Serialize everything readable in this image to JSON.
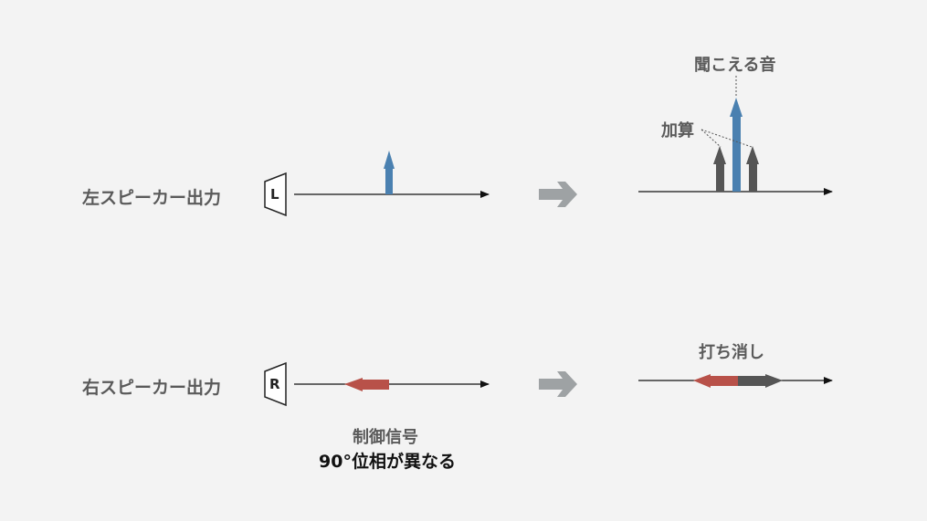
{
  "rows": {
    "left": {
      "label": "左スピーカー出力",
      "speaker_letter": "L"
    },
    "right": {
      "label": "右スピーカー出力",
      "speaker_letter": "R"
    }
  },
  "annotations": {
    "heard_sound": "聞こえる音",
    "addition": "加算",
    "cancellation": "打ち消し",
    "control_signal": "制御信号",
    "phase_note": "90°位相が異なる"
  },
  "colors": {
    "background": "#f3f3f3",
    "axis": "#111111",
    "blue": "#4a80b0",
    "red": "#b85149",
    "dark_gray": "#555555",
    "transition_arrow": "#9ea2a4"
  }
}
